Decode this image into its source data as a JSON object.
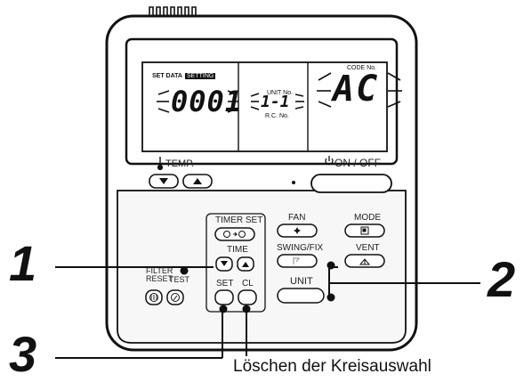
{
  "display": {
    "set_data": "SET DATA",
    "setting": "SETTING",
    "value": "0001",
    "unit_no": "UNIT No.",
    "rc_no": "R.C. No.",
    "unit_digits": "1-1",
    "code_no": "CODE No.",
    "code": "AC"
  },
  "controls": {
    "temp": "TEMP.",
    "on_off": "ON / OFF",
    "timer_set": "TIMER SET",
    "time": "TIME",
    "set": "SET",
    "cl": "CL",
    "filter_reset": "FILTER\nRESET",
    "test": "TEST",
    "fan": "FAN",
    "mode": "MODE",
    "swing_fix": "SWING/FIX",
    "vent": "VENT",
    "unit": "UNIT"
  },
  "callouts": {
    "c1": "1",
    "c2": "2",
    "c3": "3",
    "caption": "Löschen der Kreisauswahl"
  },
  "icons": [
    "thermometer-icon",
    "power-icon",
    "timer-icon",
    "fan-icon",
    "mode-icon",
    "swing-icon",
    "vent-icon",
    "filter-icon",
    "wrench-icon",
    "arrow-down-icon",
    "arrow-up-icon"
  ]
}
